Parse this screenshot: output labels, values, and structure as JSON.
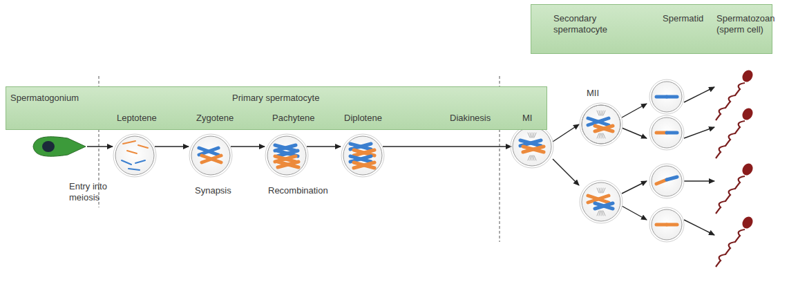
{
  "diagram": {
    "nodes": [
      {
        "text": [
          "Secondary spermatocyte",
          "Spermatid",
          "Spermatozoan (sperm cell)"
        ]
      },
      {
        "text": [
          "Spermatogonium",
          "Primary spermatocyte",
          "Leptotene",
          "Zygotene",
          "Pachytene",
          "Diplotene",
          "Diakinesis",
          "MI"
        ]
      },
      {
        "text": [
          "MII"
        ]
      }
    ],
    "labels": [
      "Entry into meiosis",
      "Synapsis",
      "Recombination"
    ]
  }
}
